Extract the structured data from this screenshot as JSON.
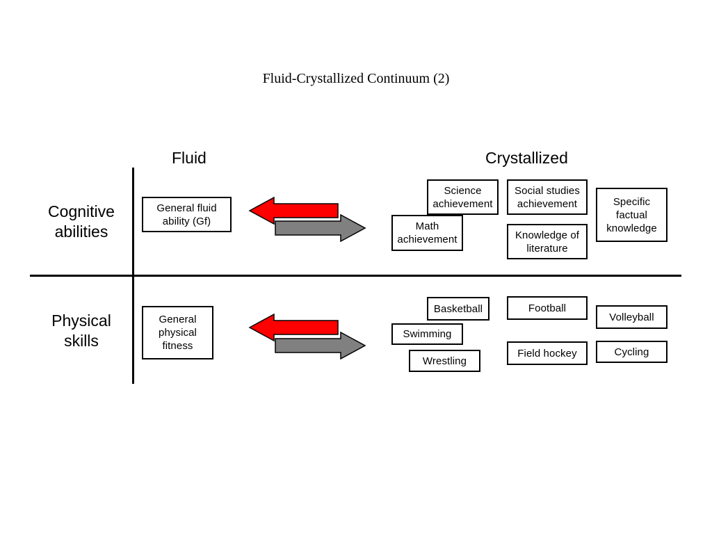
{
  "title": "Fluid-Crystallized Continuum (2)",
  "column_headers": {
    "fluid": "Fluid",
    "crystallized": "Crystallized"
  },
  "row_headers": {
    "cognitive": [
      "Cognitive",
      "abilities"
    ],
    "physical": [
      "Physical",
      "skills"
    ]
  },
  "cognitive": {
    "fluid_box": [
      "General fluid",
      "ability (Gf)"
    ],
    "science": [
      "Science",
      "achievement"
    ],
    "social_studies": [
      "Social studies",
      "achievement"
    ],
    "specific_factual": [
      "Specific",
      "factual",
      "knowledge"
    ],
    "math": [
      "Math",
      "achievement"
    ],
    "literature": [
      "Knowledge of",
      "literature"
    ]
  },
  "physical": {
    "fluid_box": [
      "General",
      "physical",
      "fitness"
    ],
    "basketball": "Basketball",
    "football": "Football",
    "volleyball": "Volleyball",
    "swimming": "Swimming",
    "field_hockey": "Field hockey",
    "cycling": "Cycling",
    "wrestling": "Wrestling"
  },
  "colors": {
    "left_arrow": "#ff0000",
    "right_arrow": "#808080",
    "stroke": "#000000"
  }
}
